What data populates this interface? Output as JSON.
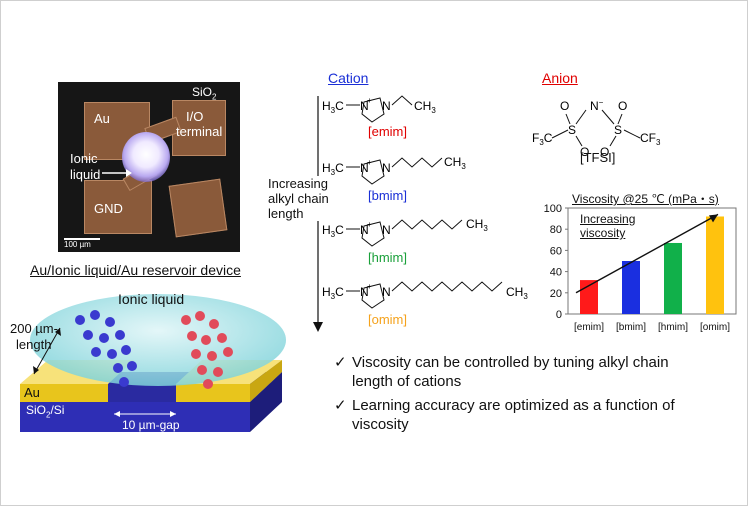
{
  "photo": {
    "sio2": "SiO",
    "sio2_sub": "2",
    "au": "Au",
    "io_terminal_1": "I/O",
    "io_terminal_2": "terminal",
    "ionic_1": "Ionic",
    "ionic_2": "liquid",
    "gnd": "GND",
    "scale": "100 µm"
  },
  "device": {
    "title": "Au/Ionic liquid/Au reservoir device",
    "ionic_liquid": "Ionic liquid",
    "length_1": "200 µm-",
    "length_2": "length",
    "au": "Au",
    "substrate": "SiO",
    "substrate_sub": "2",
    "substrate_rest": "/Si",
    "gap": "10 µm-gap"
  },
  "chem": {
    "cation_title": "Cation",
    "anion_title": "Anion",
    "arrow_1": "Increasing",
    "arrow_2": "alkyl chain",
    "arrow_3": "length",
    "cations": [
      {
        "name": "[emim]",
        "color": "#e00000"
      },
      {
        "name": "[bmim]",
        "color": "#1a2fd6"
      },
      {
        "name": "[hmim]",
        "color": "#1aa03a"
      },
      {
        "name": "[omim]",
        "color": "#f5a21c"
      }
    ],
    "anion_name": "[TFSI]"
  },
  "chart_data": {
    "type": "bar",
    "title": "Viscosity @25 ℃ (mPa・s)",
    "annotation": "Increasing viscosity",
    "annotation_1": "Increasing",
    "annotation_2": "viscosity",
    "categories": [
      "[emim]",
      "[bmim]",
      "[hmim]",
      "[omim]"
    ],
    "values": [
      32,
      50,
      67,
      92
    ],
    "colors": [
      "#ff1a1a",
      "#1a2fe0",
      "#11b04a",
      "#ffc20e"
    ],
    "ylim": [
      0,
      100
    ],
    "yticks": [
      "0",
      "20",
      "40",
      "60",
      "80",
      "100"
    ],
    "grid": false
  },
  "bullets": {
    "b1_line1": "Viscosity can be controlled by tuning alkyl chain",
    "b1_line2": "length of cations",
    "b2_line1": "Learning accuracy are optimized as a function of",
    "b2_line2": "viscosity",
    "check": "✓"
  }
}
